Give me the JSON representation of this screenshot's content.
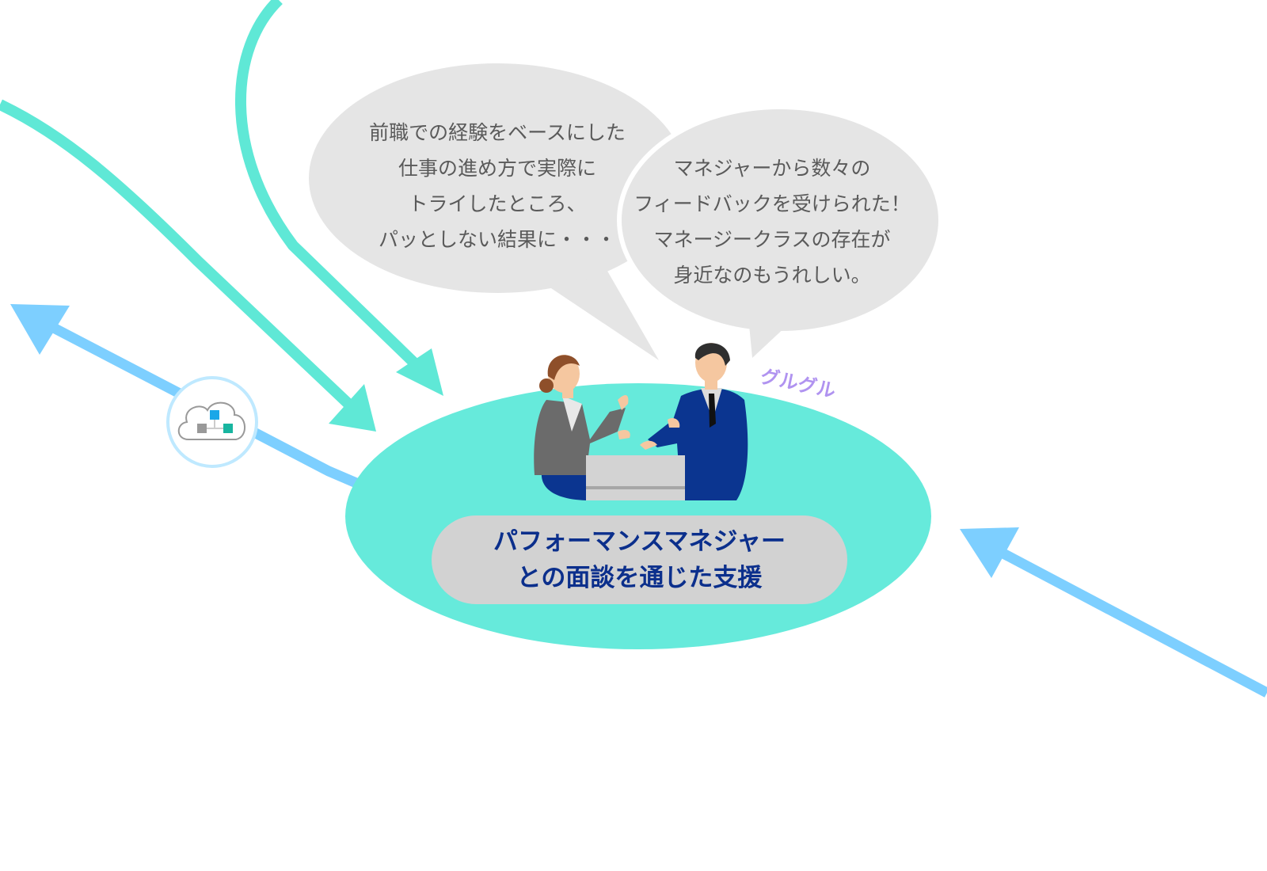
{
  "colors": {
    "teal": "#5fe8d6",
    "ellipse": "#66eadb",
    "blue": "#7dcfff",
    "bubble": "#e5e5e5",
    "label_text": "#0b2f8c",
    "sfx": "#b093f0"
  },
  "bubble_left": {
    "lines": [
      "前職での経験をベースにした",
      "仕事の進め方で実際に",
      "トライしたところ、",
      "パッとしない結果に・・・"
    ]
  },
  "bubble_right": {
    "lines": [
      "マネジャーから数々の",
      "フィードバックを受けられた！",
      "マネージークラスの存在が",
      "身近なのもうれしい。"
    ]
  },
  "sound_effect": "グルグル",
  "center_label": {
    "line1": "パフォーマンスマネジャー",
    "line2": "との面談を通じた支援"
  },
  "icons": [
    "cloud-network-icon",
    "woman-figure",
    "man-figure",
    "desk"
  ]
}
